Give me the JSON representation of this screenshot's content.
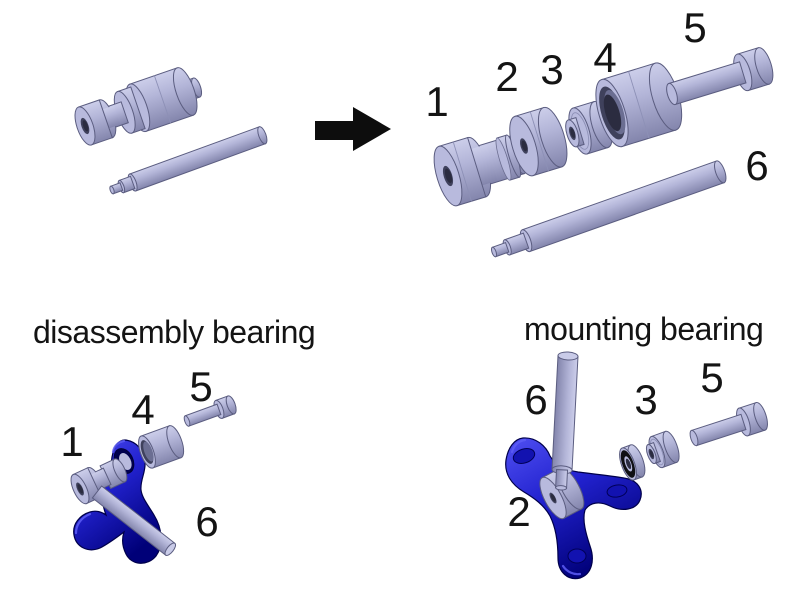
{
  "diagram": {
    "description": "exploded view of a bearing mounting and disassembly tool",
    "captions": {
      "disassembly": "disassembly bearing",
      "mounting": "mounting bearing"
    },
    "labels": {
      "exploded": [
        "1",
        "2",
        "3",
        "4",
        "5",
        "6"
      ],
      "disassembly": [
        "1",
        "4",
        "5",
        "6"
      ],
      "mounting": [
        "2",
        "3",
        "5",
        "6"
      ]
    },
    "icons": {
      "transform_arrow": "arrow-right"
    },
    "colors": {
      "background": "#ffffff",
      "part_body": "#b3b5d8",
      "part_highlight": "#ccceea",
      "part_shadow": "#8385ac",
      "part_outline": "#5b5d80",
      "bore": "#3f415c",
      "blue_part": "#2222cf",
      "blue_dark": "#000078",
      "seal_black": "#101014",
      "text": "#141414",
      "arrow": "#0d0d0d"
    }
  }
}
